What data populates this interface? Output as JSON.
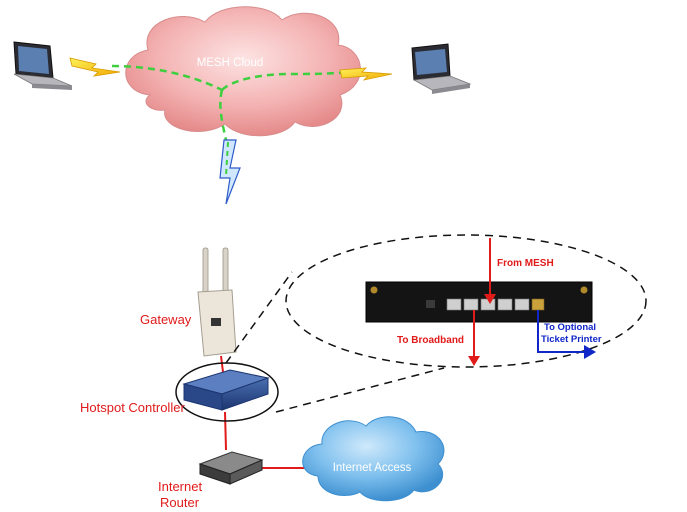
{
  "diagram": {
    "mesh_cloud_label": "MESH Cloud",
    "internet_cloud_label": "Internet Access",
    "gateway_label": "Gateway",
    "hotspot_label": "Hotspot Controller",
    "router_label_line1": "Internet",
    "router_label_line2": "Router",
    "from_mesh_label": "From MESH",
    "to_broadband_label": "To Broadband",
    "to_printer_line1": "To Optional",
    "to_printer_line2": "Ticket Printer"
  },
  "colors": {
    "mesh_cloud": "#f2aaaa",
    "internet_cloud": "#6fb6ea",
    "mesh_link": "#3ecf3e",
    "wired_link": "#e11a1a",
    "printer_link": "#1026c8"
  }
}
